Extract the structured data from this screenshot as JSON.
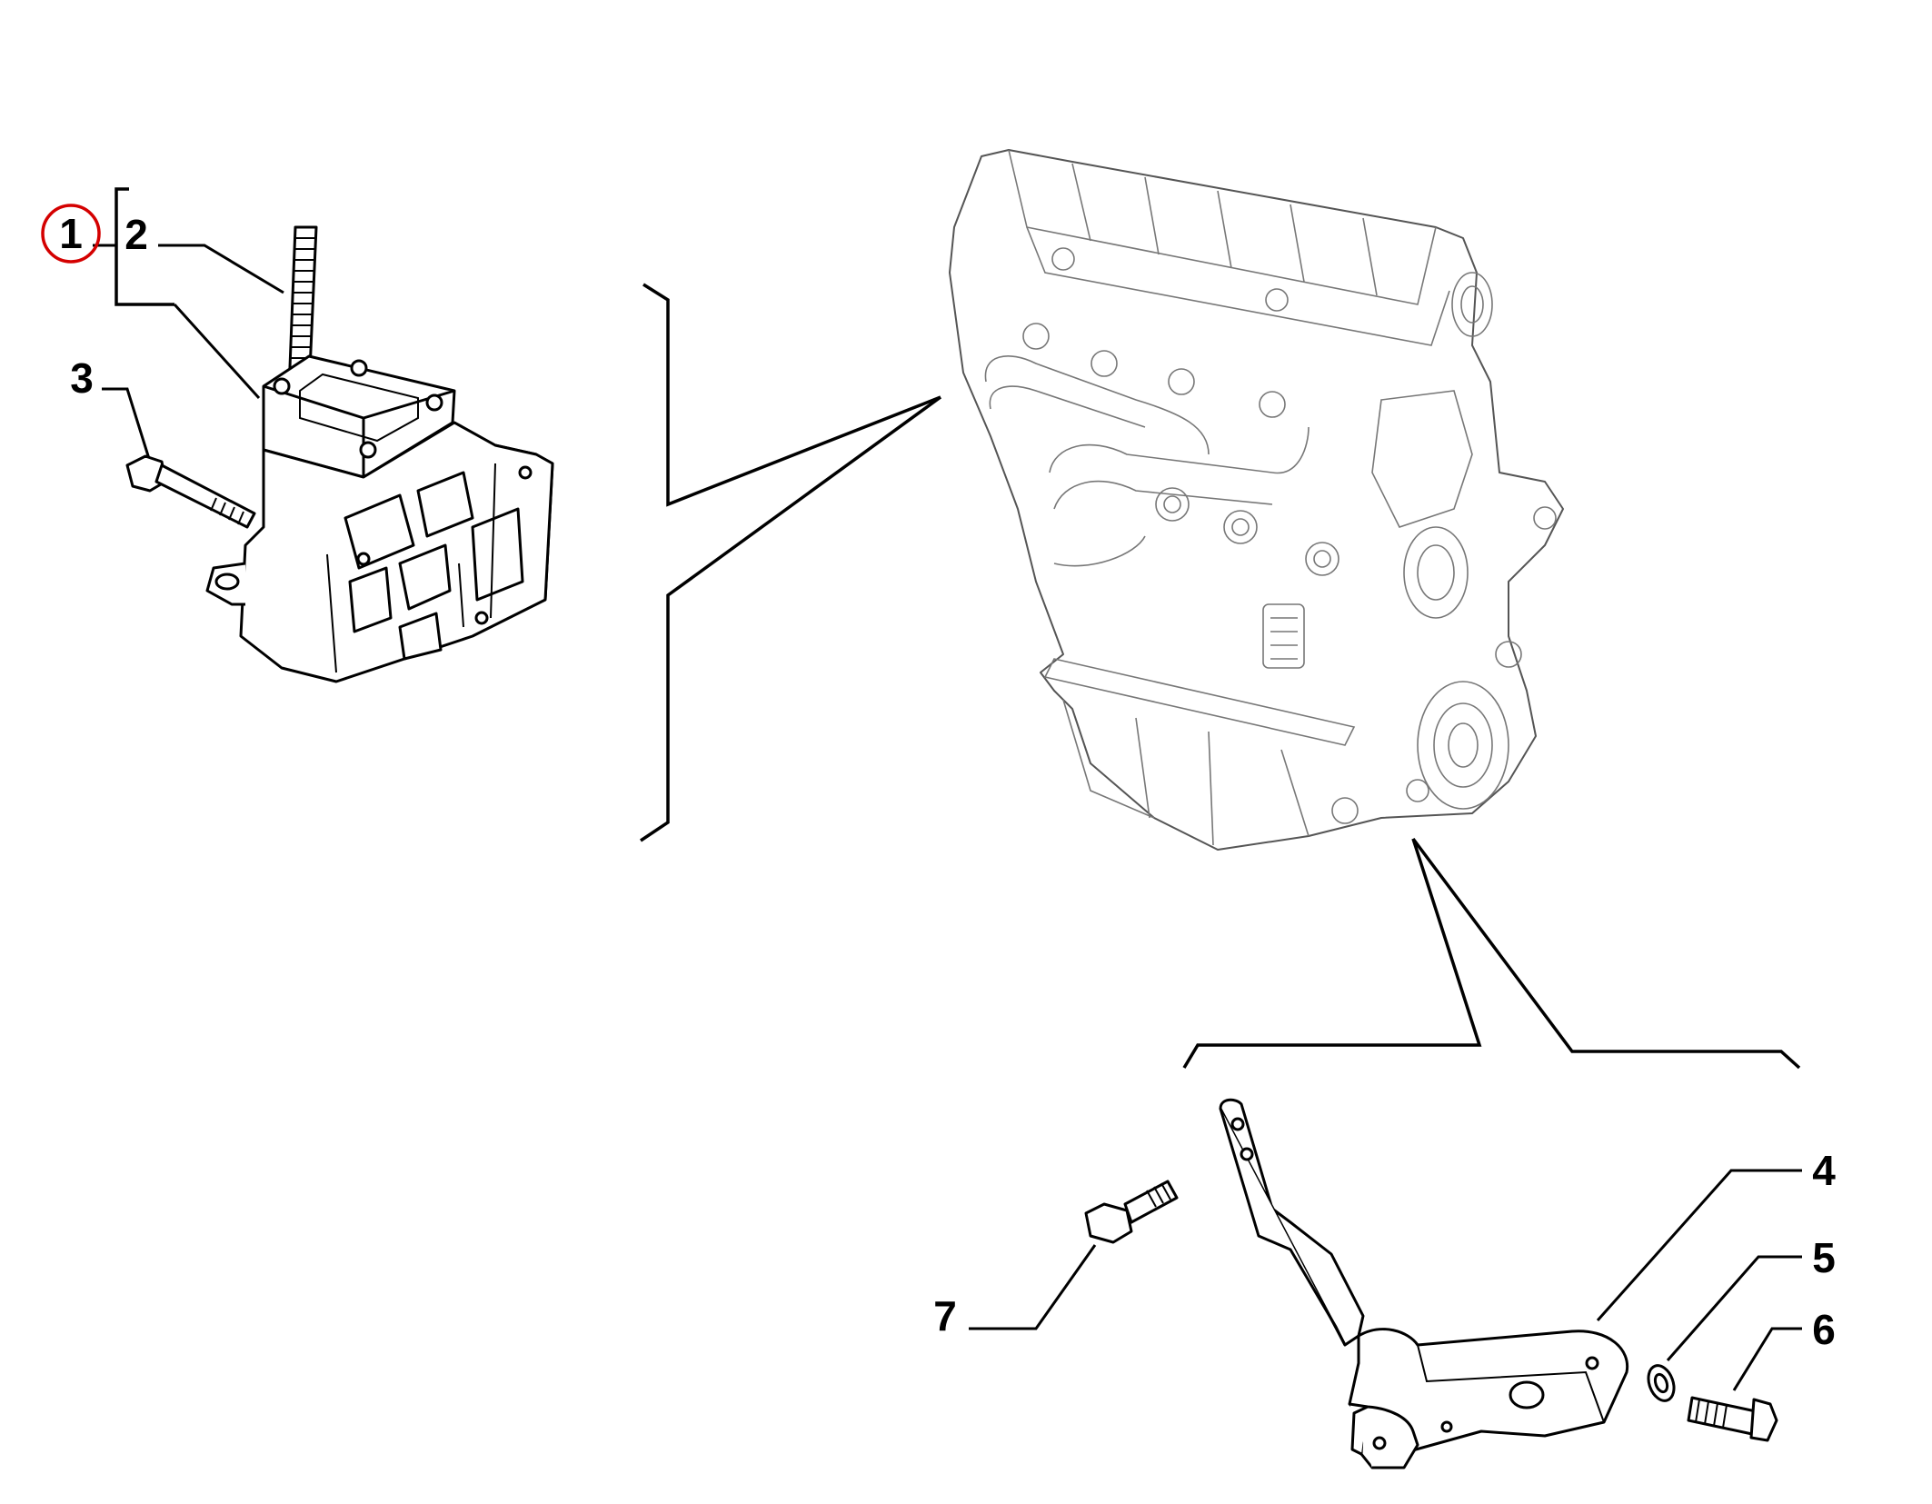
{
  "callouts": {
    "c1": "1",
    "c2": "2",
    "c3": "3",
    "c4": "4",
    "c5": "5",
    "c6": "6",
    "c7": "7"
  },
  "colors": {
    "highlight": "#d40000",
    "line": "#000000",
    "engine_line": "#555555"
  },
  "icons": {
    "part_1": "engine-mount-support-icon",
    "part_2": "stud-icon",
    "part_3": "hex-bolt-icon",
    "part_4": "bracket-icon",
    "part_5": "washer-icon",
    "part_6": "screw-icon",
    "part_7": "hex-bolt-icon",
    "engine": "engine-block-icon"
  }
}
